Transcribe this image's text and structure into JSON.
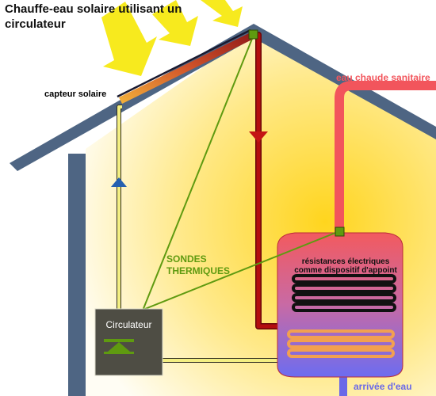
{
  "title": "Chauffe-eau solaire utilisant un circulateur",
  "labels": {
    "solar_collector": "capteur solaire",
    "hot_water": "eau chaude sanitaire",
    "water_inlet": "arrivée d'eau",
    "probes": "SONDES THERMIQUES",
    "resistances": "résistances électriques comme dispositif d'appoint",
    "circulator": "Circulateur"
  },
  "colors": {
    "sun_arrows": "#f7ea1e",
    "wall": "#4e6583",
    "cold_pipe": "#f4ef82",
    "hot_pipe": "#aa0d0d",
    "probe_lines": "#5f9a10",
    "hot_water_pipe": "#f2555c",
    "inlet_pipe": "#6a68e8",
    "circulator_box": "#4e4d44",
    "flow_up_arrow": "#2560b0",
    "flow_down_arrow": "#c41414"
  }
}
